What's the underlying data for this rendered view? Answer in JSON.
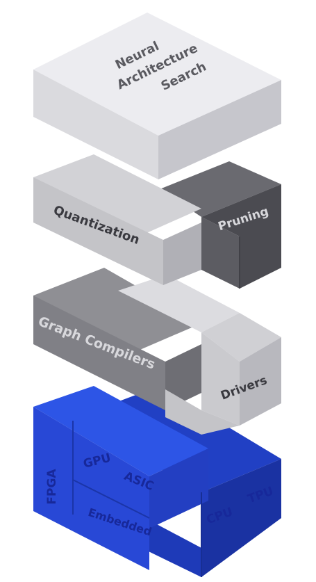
{
  "layers": {
    "search": {
      "label_lines": [
        "Neural",
        "Architecture",
        "Search"
      ]
    },
    "optimization": {
      "quantization": "Quantization",
      "pruning": "Pruning"
    },
    "compilers": {
      "graph_compilers": "Graph Compilers",
      "drivers": "Drivers"
    },
    "hardware": {
      "fpga": "FPGA",
      "gpu": "GPU",
      "asic": "ASIC",
      "embedded": "Embedded",
      "cpu": "CPU",
      "tpu": "TPU"
    }
  },
  "colors": {
    "search": {
      "top": "#ececf0",
      "left": "#dadade",
      "right": "#c6c6cc"
    },
    "quant": {
      "top": "#d2d2d6",
      "left": "#c4c4c8",
      "right": "#b0b0b6"
    },
    "prune": {
      "top": "#6a6a70",
      "left": "#5c5c62",
      "right": "#4b4b51"
    },
    "graph": {
      "top": "#8f8f94",
      "left": "#808086",
      "right": "#6e6e74"
    },
    "drivers": {
      "top": "#dcdce0",
      "left": "#cacace",
      "right": "#b8b8be"
    },
    "hw_light": {
      "top": "#2d55e6",
      "left": "#2848d6",
      "right": "#233fc2"
    },
    "hw_dark": {
      "top": "#2140c4",
      "left": "#1e3ab8",
      "right": "#1a32a2"
    },
    "hw_text": "#17289a",
    "gray_text_dark": "#3a3a40",
    "gray_text_light": "#d8d8dc"
  }
}
